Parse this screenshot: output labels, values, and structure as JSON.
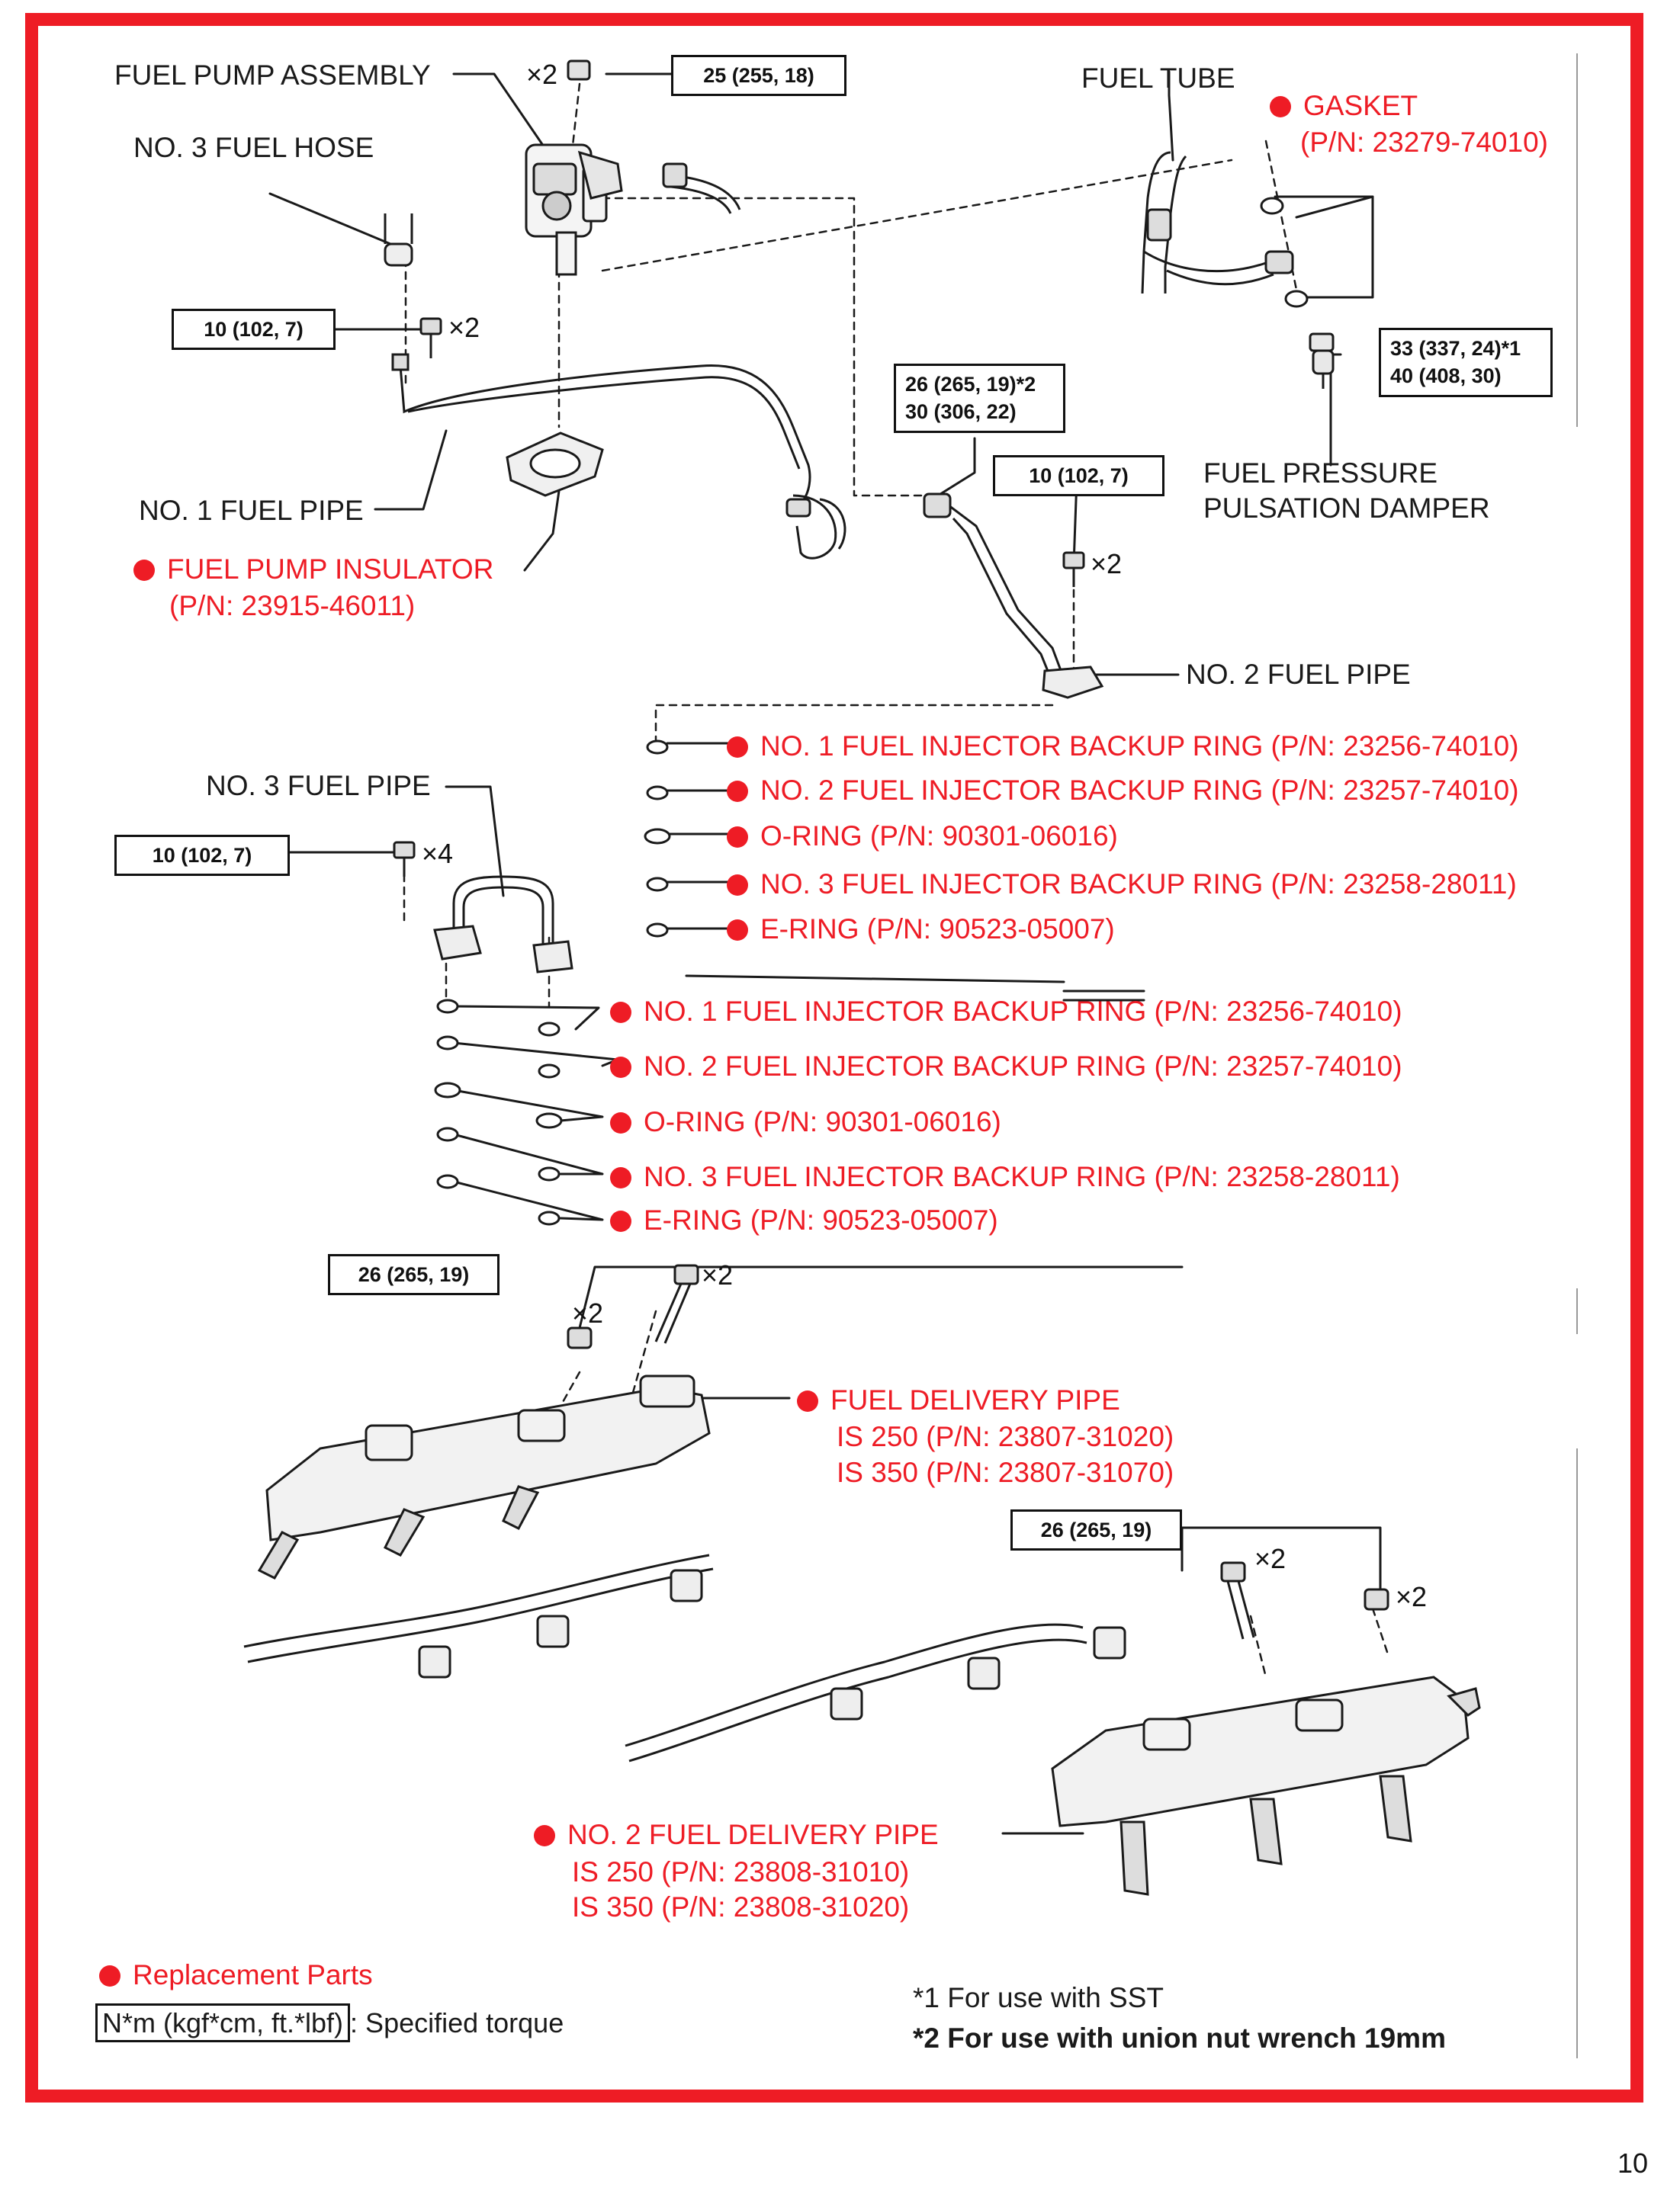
{
  "colors": {
    "accent": "#ee1c25",
    "line": "#1a1a1a"
  },
  "labels": {
    "fuel_pump_assembly": "FUEL PUMP ASSEMBLY",
    "no3_fuel_hose": "NO. 3 FUEL HOSE",
    "fuel_tube": "FUEL TUBE",
    "gasket": "GASKET",
    "gasket_pn": "(P/N: 23279-74010)",
    "fuel_pressure_pulsation_damper_l1": "FUEL PRESSURE",
    "fuel_pressure_pulsation_damper_l2": "PULSATION DAMPER",
    "no1_fuel_pipe": "NO. 1 FUEL PIPE",
    "fuel_pump_insulator": "FUEL PUMP INSULATOR",
    "fuel_pump_insulator_pn": "(P/N: 23915-46011)",
    "no2_fuel_pipe": "NO. 2 FUEL PIPE",
    "no3_fuel_pipe": "NO. 3 FUEL PIPE",
    "fuel_delivery_pipe": "FUEL DELIVERY PIPE",
    "fuel_delivery_pipe_is250": "IS 250 (P/N: 23807-31020)",
    "fuel_delivery_pipe_is350": "IS 350 (P/N: 23807-31070)",
    "no2_fuel_delivery_pipe": "NO. 2 FUEL DELIVERY PIPE",
    "no2_fuel_delivery_pipe_is250": "IS 250 (P/N: 23808-31010)",
    "no2_fuel_delivery_pipe_is350": "IS 350 (P/N: 23808-31020)"
  },
  "ring_sets": [
    {
      "items": [
        "NO. 1 FUEL INJECTOR BACKUP RING (P/N: 23256-74010)",
        "NO. 2 FUEL INJECTOR BACKUP RING (P/N: 23257-74010)",
        "O-RING (P/N: 90301-06016)",
        "NO. 3 FUEL INJECTOR BACKUP RING (P/N: 23258-28011)",
        "E-RING (P/N: 90523-05007)"
      ]
    },
    {
      "items": [
        "NO. 1 FUEL INJECTOR BACKUP RING (P/N: 23256-74010)",
        "NO. 2 FUEL INJECTOR BACKUP RING (P/N: 23257-74010)",
        "O-RING (P/N: 90301-06016)",
        "NO. 3 FUEL INJECTOR BACKUP RING (P/N: 23258-28011)",
        "E-RING (P/N: 90523-05007)"
      ]
    }
  ],
  "torques": {
    "pump_nut": "25 (255, 18)",
    "no1_pipe_bolt": "10 (102, 7)",
    "damper_l1": "33 (337, 24)*1",
    "damper_l2": "40 (408, 30)",
    "no2_pipe_union_l1": "26 (265, 19)*2",
    "no2_pipe_union_l2": "30 (306, 22)",
    "no2_pipe_bolt": "10 (102, 7)",
    "no3_pipe_bolt": "10 (102, 7)",
    "delivery_pipe": "26 (265, 19)",
    "no2_delivery_pipe": "26 (265, 19)"
  },
  "multipliers": {
    "pump_nut": "×2",
    "no1_pipe_bolt": "×2",
    "no2_pipe_bolt": "×2",
    "no3_pipe_bolt": "×4",
    "delivery_bolt": "×2",
    "delivery_nut": "×2",
    "no2_delivery_bolt": "×2",
    "no2_delivery_nut": "×2"
  },
  "legend": {
    "replacement_parts": "Replacement Parts",
    "torque_box": "N*m (kgf*cm, ft.*lbf)",
    "torque_desc": ": Specified torque",
    "note1": "*1 For use with SST",
    "note2": "*2 For use with union nut wrench 19mm"
  },
  "page_number": "10"
}
